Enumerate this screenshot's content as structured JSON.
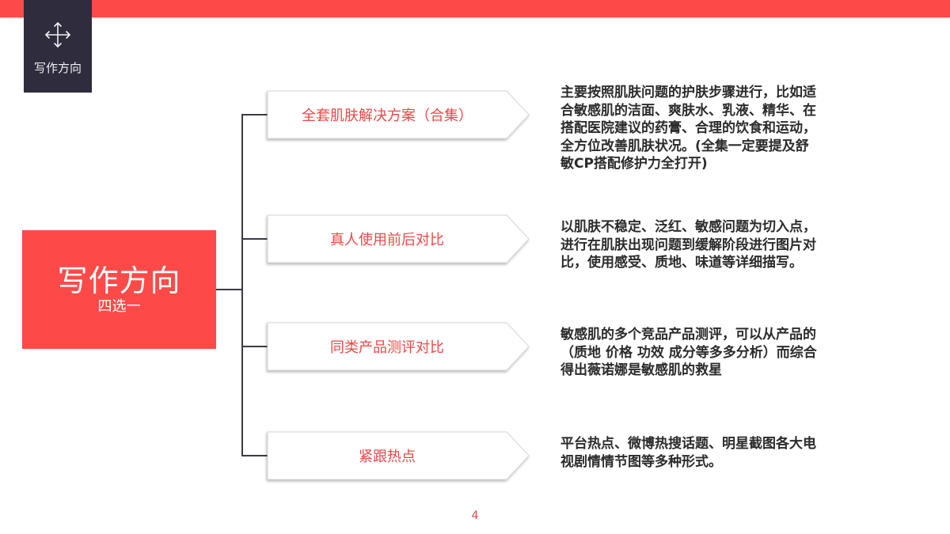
{
  "header": {
    "bar_color": "#fd4a48",
    "badge": {
      "icon": "move-arrows-icon",
      "label": "写作方向",
      "color": "#2e2c3d"
    }
  },
  "main": {
    "title": "写作方向",
    "subtitle": "四选一",
    "color": "#fd4a48"
  },
  "branches": [
    {
      "label": "全套肌肤解决方案（合集）",
      "description": "主要按照肌肤问题的护肤步骤进行，比如适合敏感肌的洁面、爽肤水、乳液、精华、在搭配医院建议的药膏、合理的饮食和运动，全方位改善肌肤状况。(全集一定要提及舒敏CP搭配修护力全打开)"
    },
    {
      "label": "真人使用前后对比",
      "description": "以肌肤不稳定、泛红、敏感问题为切入点，进行在肌肤出现问题到缓解阶段进行图片对比，使用感受、质地、味道等详细描写。"
    },
    {
      "label": "同类产品测评对比",
      "description": "敏感肌的多个竞品产品测评，可以从产品的（质地 价格 功效 成分等多多分析）而综合得出薇诺娜是敏感肌的救星"
    },
    {
      "label": "紧跟热点",
      "description": "平台热点、微博热搜话题、明星截图各大电视剧情情节图等多种形式。"
    }
  ],
  "footer": {
    "page_number": "4"
  },
  "colors": {
    "accent": "#fd4a48",
    "branch_text": "#f04747",
    "connector": "#3a3a48",
    "body_text": "#2b2b2b"
  }
}
